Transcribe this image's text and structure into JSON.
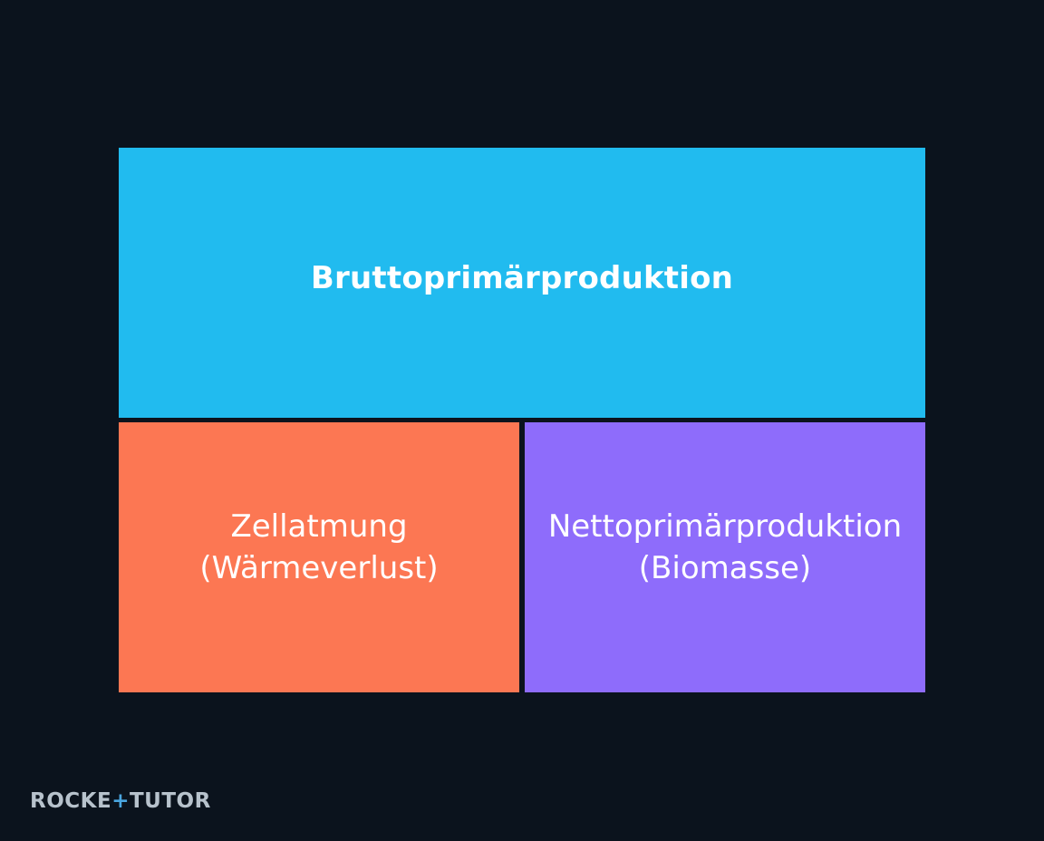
{
  "diagram": {
    "top_box": {
      "label": "Bruttoprimärproduktion",
      "color": "#21bbef"
    },
    "left_box": {
      "line1": "Zellatmung",
      "line2": "(Wärmeverlust)",
      "color": "#fc7753"
    },
    "right_box": {
      "line1": "Nettoprimärproduktion",
      "line2": "(Biomasse)",
      "color": "#8e6cfb"
    }
  },
  "branding": {
    "logo_text": "ROCKETUTOR",
    "logo_part1": "ROCKE",
    "logo_plus": "+",
    "logo_part2": "TUTOR"
  },
  "colors": {
    "background": "#0b131d",
    "logo_text": "#b7c2cc",
    "logo_accent": "#4aa6e0"
  }
}
